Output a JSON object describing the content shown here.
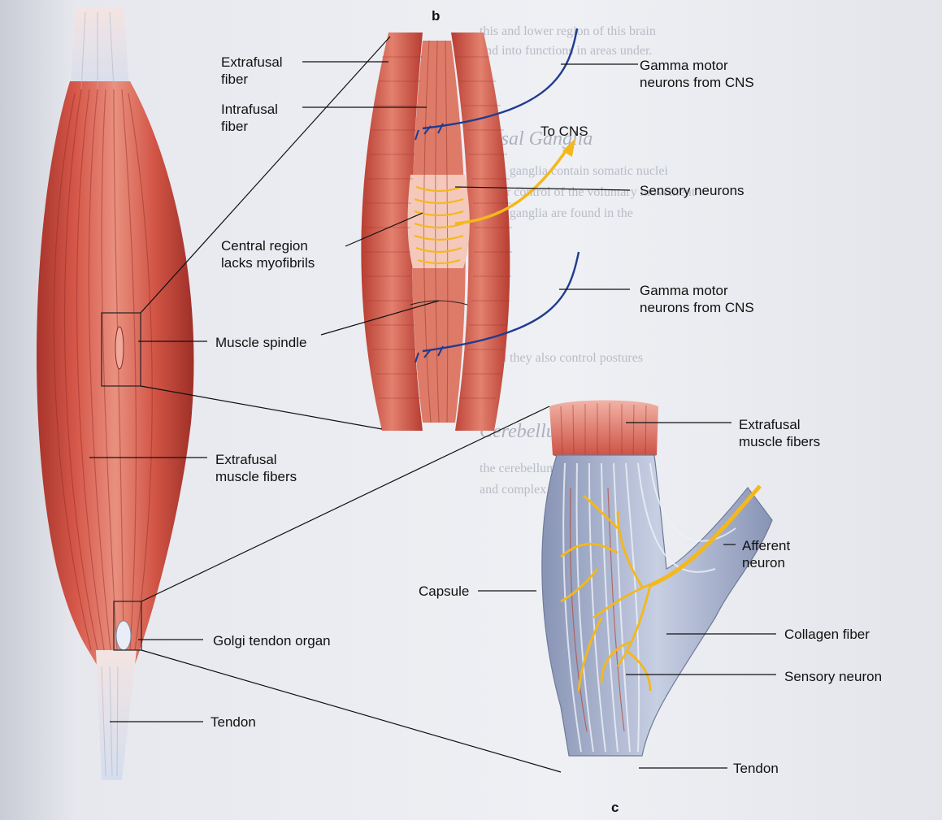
{
  "panels": {
    "b": "b",
    "c": "c"
  },
  "labels": {
    "extrafusal_fiber": "Extrafusal\nfiber",
    "intrafusal_fiber": "Intrafusal\nfiber",
    "gamma_top": "Gamma motor\nneurons from CNS",
    "to_cns": "To CNS",
    "sensory_neurons": "Sensory neurons",
    "central_region": "Central region\nlacks myofibrils",
    "gamma_bottom": "Gamma motor\nneurons from CNS",
    "muscle_spindle": "Muscle spindle",
    "extrafusal_muscle_left": "Extrafusal\nmuscle fibers",
    "extrafusal_muscle_right": "Extrafusal\nmuscle fibers",
    "afferent_neuron": "Afferent\nneuron",
    "capsule": "Capsule",
    "collagen_fiber": "Collagen fiber",
    "sensory_neuron": "Sensory neuron",
    "golgi": "Golgi  tendon organ",
    "tendon_left": "Tendon",
    "tendon_right": "Tendon"
  },
  "background_text": {
    "heading_basal": "Basal Ganglia",
    "heading_cerebellum": "Cerebellum"
  },
  "colors": {
    "muscle": "#c8463a",
    "muscle_light": "#e58a7a",
    "tendon": "#dfe4ee",
    "motor_neuron": "#1f3c8f",
    "sensory": "#f4b81c",
    "capsule": "#9aa6c4"
  }
}
